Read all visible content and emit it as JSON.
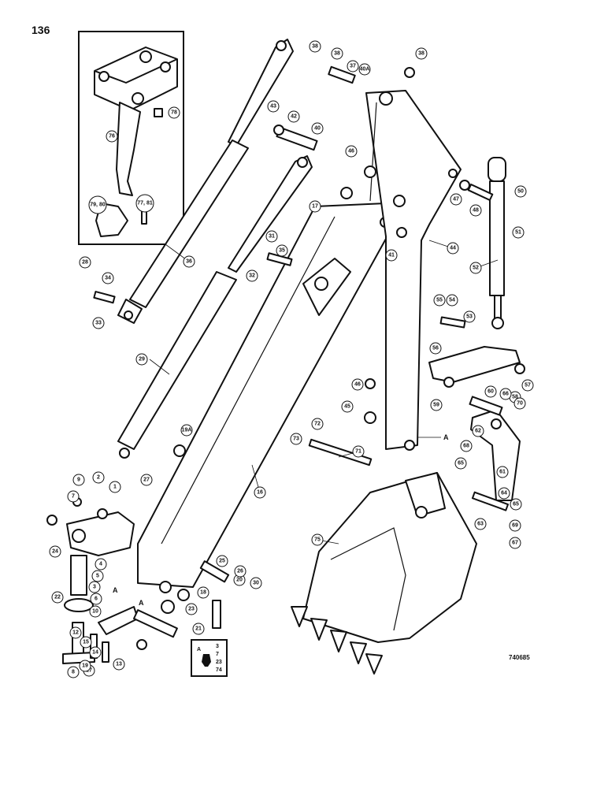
{
  "page_number": "136",
  "figure_code": "740685",
  "section_marker": "A",
  "legend": {
    "marker": "A",
    "items": [
      "3",
      "7",
      "23",
      "74"
    ]
  },
  "callouts": [
    {
      "id": "c1",
      "label": "1"
    },
    {
      "id": "c2",
      "label": "2"
    },
    {
      "id": "c3",
      "label": "3"
    },
    {
      "id": "c4",
      "label": "4"
    },
    {
      "id": "c5",
      "label": "5"
    },
    {
      "id": "c6",
      "label": "6"
    },
    {
      "id": "c7",
      "label": "7"
    },
    {
      "id": "c8",
      "label": "8"
    },
    {
      "id": "c9",
      "label": "9"
    },
    {
      "id": "c10",
      "label": "10"
    },
    {
      "id": "c12",
      "label": "12"
    },
    {
      "id": "c13",
      "label": "13"
    },
    {
      "id": "c14",
      "label": "14"
    },
    {
      "id": "c15",
      "label": "15"
    },
    {
      "id": "c16",
      "label": "16"
    },
    {
      "id": "c17a",
      "label": "17"
    },
    {
      "id": "c17b",
      "label": "17"
    },
    {
      "id": "c18",
      "label": "18"
    },
    {
      "id": "c19",
      "label": "19"
    },
    {
      "id": "c19a",
      "label": "19A"
    },
    {
      "id": "c20",
      "label": "20"
    },
    {
      "id": "c21",
      "label": "21"
    },
    {
      "id": "c22",
      "label": "22"
    },
    {
      "id": "c23",
      "label": "23"
    },
    {
      "id": "c24",
      "label": "24"
    },
    {
      "id": "c25",
      "label": "25"
    },
    {
      "id": "c26",
      "label": "26"
    },
    {
      "id": "c27",
      "label": "27"
    },
    {
      "id": "c28",
      "label": "28"
    },
    {
      "id": "c29",
      "label": "29"
    },
    {
      "id": "c30",
      "label": "30"
    },
    {
      "id": "c31",
      "label": "31"
    },
    {
      "id": "c32",
      "label": "32"
    },
    {
      "id": "c33",
      "label": "33"
    },
    {
      "id": "c34",
      "label": "34"
    },
    {
      "id": "c35",
      "label": "35"
    },
    {
      "id": "c36",
      "label": "36"
    },
    {
      "id": "c37",
      "label": "37"
    },
    {
      "id": "c38a",
      "label": "38"
    },
    {
      "id": "c38b",
      "label": "38"
    },
    {
      "id": "c38c",
      "label": "38"
    },
    {
      "id": "c40",
      "label": "40"
    },
    {
      "id": "c40a",
      "label": "40A"
    },
    {
      "id": "c41",
      "label": "41"
    },
    {
      "id": "c42",
      "label": "42"
    },
    {
      "id": "c43",
      "label": "43"
    },
    {
      "id": "c44",
      "label": "44"
    },
    {
      "id": "c45",
      "label": "45"
    },
    {
      "id": "c46a",
      "label": "46"
    },
    {
      "id": "c46b",
      "label": "46"
    },
    {
      "id": "c47",
      "label": "47"
    },
    {
      "id": "c48",
      "label": "48"
    },
    {
      "id": "c50",
      "label": "50"
    },
    {
      "id": "c51",
      "label": "51"
    },
    {
      "id": "c52",
      "label": "52"
    },
    {
      "id": "c53",
      "label": "53"
    },
    {
      "id": "c54",
      "label": "54"
    },
    {
      "id": "c55",
      "label": "55"
    },
    {
      "id": "c56",
      "label": "56"
    },
    {
      "id": "c57",
      "label": "57"
    },
    {
      "id": "c58",
      "label": "58"
    },
    {
      "id": "c59",
      "label": "59"
    },
    {
      "id": "c60",
      "label": "60"
    },
    {
      "id": "c61",
      "label": "61"
    },
    {
      "id": "c62",
      "label": "62"
    },
    {
      "id": "c63",
      "label": "63"
    },
    {
      "id": "c64",
      "label": "64"
    },
    {
      "id": "c65a",
      "label": "65"
    },
    {
      "id": "c65b",
      "label": "65"
    },
    {
      "id": "c66",
      "label": "66"
    },
    {
      "id": "c67",
      "label": "67"
    },
    {
      "id": "c68",
      "label": "68"
    },
    {
      "id": "c69",
      "label": "69"
    },
    {
      "id": "c70",
      "label": "70"
    },
    {
      "id": "c71",
      "label": "71"
    },
    {
      "id": "c72",
      "label": "72"
    },
    {
      "id": "c73",
      "label": "73"
    },
    {
      "id": "c75",
      "label": "75"
    },
    {
      "id": "c76",
      "label": "76"
    },
    {
      "id": "c78",
      "label": "78"
    },
    {
      "id": "c79",
      "label": "79, 80"
    },
    {
      "id": "c77",
      "label": "77, 81"
    }
  ]
}
